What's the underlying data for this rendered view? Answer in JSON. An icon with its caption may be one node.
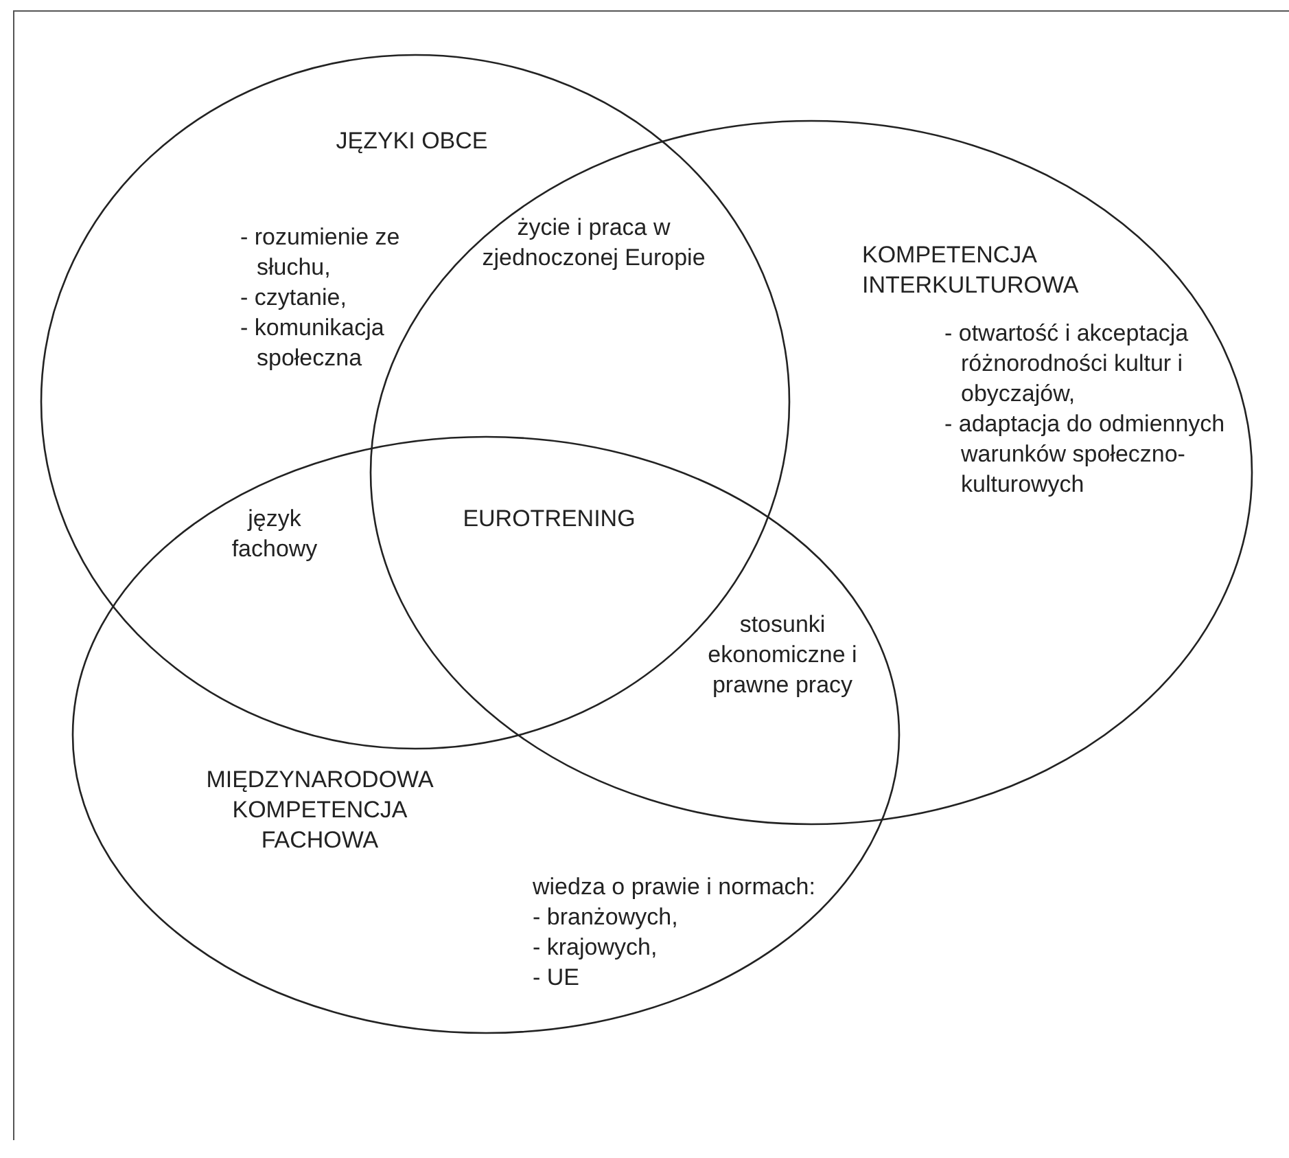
{
  "diagram": {
    "nodes": [
      {
        "text": [
          "JĘZYKI OBCE",
          "- rozumienie ze słuchu,",
          "- czytanie,",
          "- komunikacja społeczna"
        ]
      },
      {
        "text": [
          "KOMPETENCJA INTERKULTUROWA",
          "- otwartość i akceptacja różnorodności kultur i obyczajów,",
          "- adaptacja do odmiennych warunków społeczno-kulturowych"
        ]
      },
      {
        "text": [
          "MIĘDZYNARODOWA KOMPETENCJA FACHOWA",
          "wiedza o prawie i normach:",
          "- branżowych,",
          "- krajowych,",
          "- UE"
        ]
      }
    ],
    "edges": [],
    "labels": [
      "życie i praca w zjednoczonej Europie",
      "EUROTRENING",
      "język fachowy",
      "stosunki ekonomiczne i prawne pracy"
    ]
  }
}
